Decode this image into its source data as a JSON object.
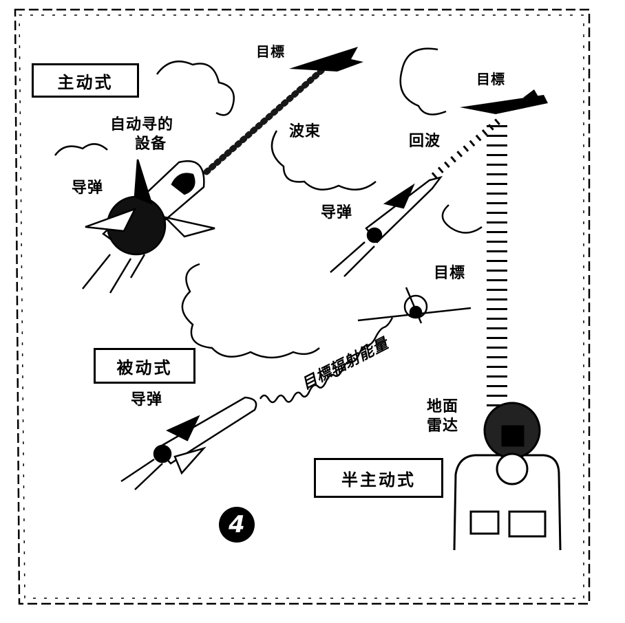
{
  "modes": {
    "active": "主动式",
    "passive": "被动式",
    "semi_active": "半主动式"
  },
  "labels": {
    "target_top": "目標",
    "target_right": "目標",
    "target_middle": "目標",
    "homing_device_line1": "自动寻的",
    "homing_device_line2": "設备",
    "missile_active": "导弹",
    "missile_semi": "导弹",
    "missile_passive": "导弹",
    "wave_beam": "波束",
    "echo": "回波",
    "target_radiated_energy": "目標辐射能量",
    "ground_radar_line1": "地面",
    "ground_radar_line2": "雷达"
  },
  "figure_number": "4"
}
